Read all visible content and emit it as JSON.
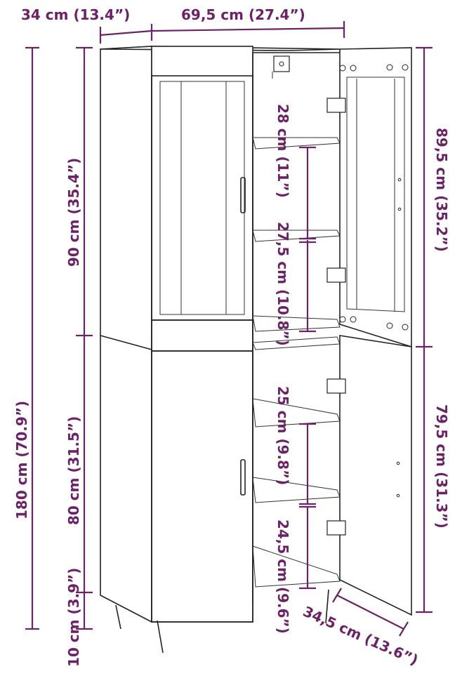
{
  "colors": {
    "dimension": "#6b2266",
    "outline": "#222222",
    "background": "#ffffff"
  },
  "dimensions": {
    "depth": "34 cm (13.4”)",
    "width": "69,5 cm (27.4”)",
    "total_height": "180 cm (70.9”)",
    "upper_height": "90 cm (35.4”)",
    "lower_height": "80 cm (31.5”)",
    "leg_height": "10 cm (3.9”)",
    "upper_door_height": "89,5 cm (35.2”)",
    "lower_door_height": "79,5 cm (31.3”)",
    "shelf_gap_1": "28 cm (11”)",
    "shelf_gap_2": "27,5 cm (10.8”)",
    "shelf_gap_3": "25 cm (9.8”)",
    "shelf_gap_4": "24,5 cm (9.6”)",
    "door_width": "34,5 cm (13.6”)"
  }
}
